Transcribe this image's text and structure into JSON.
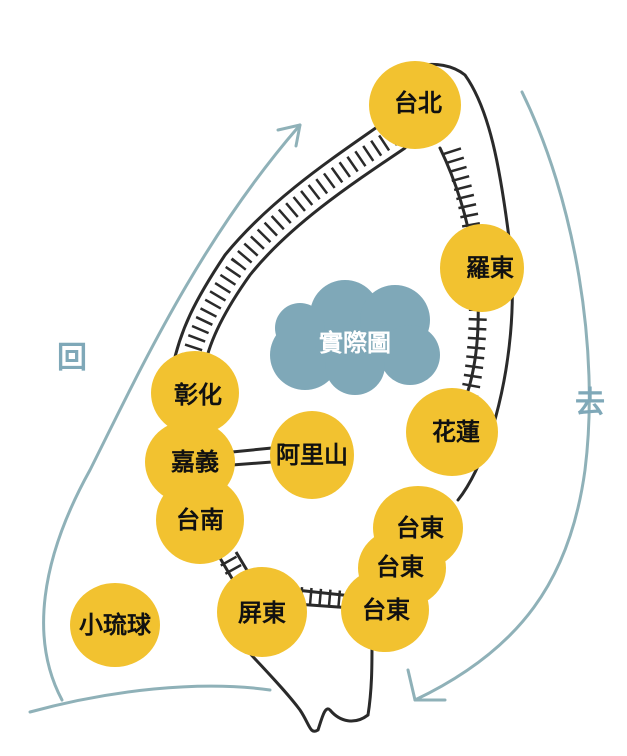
{
  "colors": {
    "stop": "#F2C230",
    "cloud": "#7FA8B8",
    "arrow": "#8FB1B8",
    "line": "#2a2a2a"
  },
  "direction": {
    "return_label": "回",
    "go_label": "去"
  },
  "cloud_label": "實際圖",
  "stops": {
    "taipei": "台北",
    "luodong": "羅東",
    "hualien": "花蓮",
    "taitung_1": "台東",
    "taitung_2": "台東",
    "taitung_3": "台東",
    "pingtung": "屏東",
    "tainan": "台南",
    "chiayi": "嘉義",
    "changhua": "彰化",
    "alishan": "阿里山",
    "xiaoliuqiu": "小琉球"
  }
}
